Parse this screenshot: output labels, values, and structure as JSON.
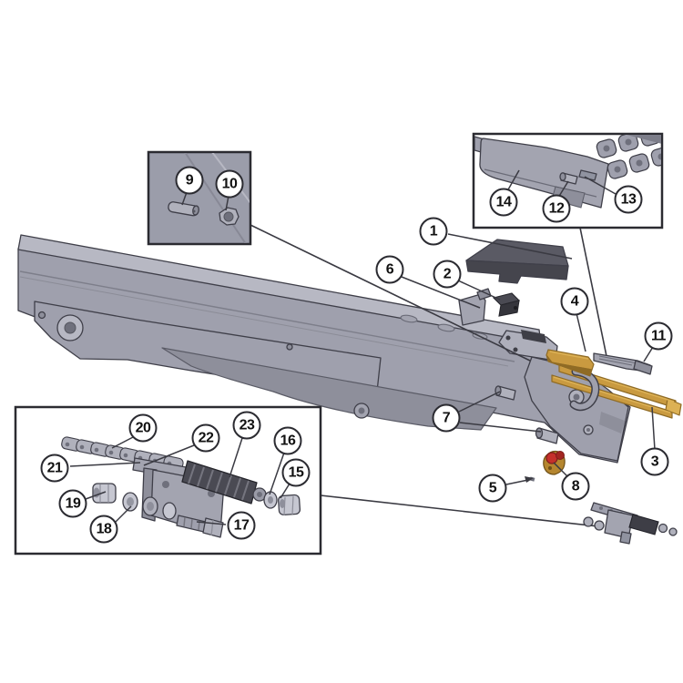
{
  "diagram": {
    "kind": "exploded-parts-diagram",
    "callouts": {
      "c1": "1",
      "c2": "2",
      "c3": "3",
      "c4": "4",
      "c5": "5",
      "c6": "6",
      "c7": "7",
      "c8": "8",
      "c9": "9",
      "c10": "10",
      "c11": "11",
      "c12": "12",
      "c13": "13",
      "c14": "14",
      "c15": "15",
      "c16": "16",
      "c17": "17",
      "c18": "18",
      "c19": "19",
      "c20": "20",
      "c21": "21",
      "c22": "22",
      "c23": "23"
    }
  },
  "colors": {
    "background": "#ffffff",
    "outline": "#3f3f49",
    "beam": "#9fa0ad",
    "beam-top": "#b7b8c3",
    "beam-shadow": "#8e8f9b",
    "part-light": "#b0b1bc",
    "part-mid": "#a3a4b0",
    "part-lighter": "#c6c7d1",
    "dark-part": "#4a4a53",
    "plate-top": "#5a5a64",
    "plate-side": "#45454d",
    "gold": "#c99a40",
    "gold-dark": "#8f6b25",
    "gold-light": "#dcb155",
    "red": "#c5302b",
    "red-dark": "#7e1c1c",
    "brass": "#b5862f",
    "line": "#3a3a42",
    "callout-border": "#2b2b31",
    "callout-fill": "#ffffff",
    "inset-fill": "#9b9daa",
    "hole": "#6f707c"
  }
}
